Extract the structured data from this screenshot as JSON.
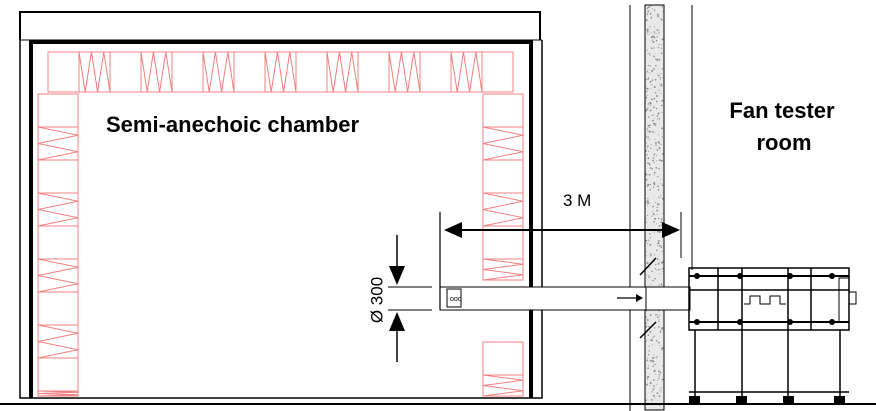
{
  "labels": {
    "chamber": "Semi-anechoic chamber",
    "tester_line1": "Fan tester",
    "tester_line2": "room",
    "distance": "3 M",
    "diameter": "Ø 300"
  },
  "colors": {
    "absorber": "#f08080",
    "structure": "#000000",
    "wall_fill": "#e9e9e9",
    "duct": "#ffffff"
  }
}
